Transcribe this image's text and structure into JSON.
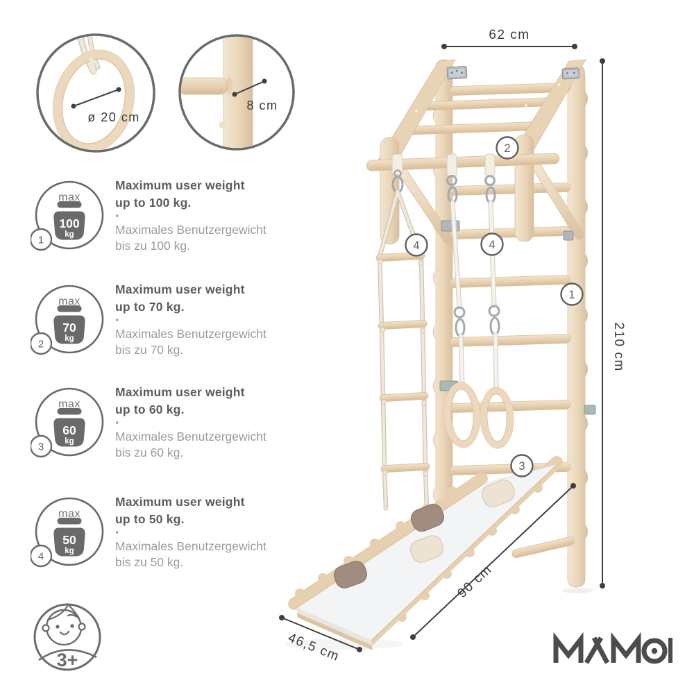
{
  "palette": {
    "wood_light": "#f3e6d1",
    "wood_mid": "#ead7bb",
    "wood_dark": "#d9bf9e",
    "text_dark": "#5b5c5e",
    "text_light": "#9b9c9e",
    "dimension_line": "#3e3f41",
    "badge_gray": "#696a6c",
    "ramp_surface": "#f3f4f5",
    "hold_taupe": "#a08d7f",
    "hold_cream": "#ece3d3"
  },
  "brand": {
    "logo_text": "MAMOI"
  },
  "age_badge": {
    "label": "3+"
  },
  "callouts": {
    "ring_diameter": "ø 20 cm",
    "rung_thickness": "8 cm"
  },
  "dimensions": {
    "width": "62 cm",
    "height": "210 cm",
    "ramp_length": "90 cm",
    "ramp_width": "46,5 cm"
  },
  "markers": {
    "m1": "1",
    "m2": "2",
    "m3": "3",
    "m4_left": "4",
    "m4_right": "4"
  },
  "weight_limits": [
    {
      "number": "1",
      "max_label": "max",
      "value": "100",
      "unit": "kg",
      "en_line1": "Maximum user weight",
      "en_line2": "up to 100 kg.",
      "separator": "·",
      "de_line1": "Maximales Benutzergewicht",
      "de_line2": "bis zu 100 kg."
    },
    {
      "number": "2",
      "max_label": "max",
      "value": "70",
      "unit": "kg",
      "en_line1": "Maximum user weight",
      "en_line2": "up to 70 kg.",
      "separator": "·",
      "de_line1": "Maximales Benutzergewicht",
      "de_line2": "bis zu 70 kg."
    },
    {
      "number": "3",
      "max_label": "max",
      "value": "60",
      "unit": "kg",
      "en_line1": "Maximum user weight",
      "en_line2": "up to 60 kg.",
      "separator": "·",
      "de_line1": "Maximales Benutzergewicht",
      "de_line2": "bis zu 60 kg."
    },
    {
      "number": "4",
      "max_label": "max",
      "value": "50",
      "unit": "kg",
      "en_line1": "Maximum user weight",
      "en_line2": "up to 50 kg.",
      "separator": "·",
      "de_line1": "Maximales Benutzergewicht",
      "de_line2": "bis zu 50 kg."
    }
  ]
}
